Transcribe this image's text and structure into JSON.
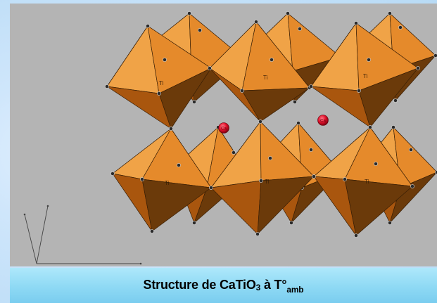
{
  "figure": {
    "caption": {
      "main": "Structure de CaTiO",
      "formula_subscript": "3",
      "middle": " à T°",
      "condition_subscript": "amb"
    },
    "atom_labels": {
      "titanium": "Ti",
      "calcium": "Ca"
    },
    "colors": {
      "octahedron_light": "#f0a347",
      "octahedron_mid": "#d97a1e",
      "octahedron_dark": "#6b3a0a",
      "calcium_atom": "#e0102a",
      "viewport_background": "#b4b4b4",
      "caption_bar": "#8ed9f4"
    }
  }
}
